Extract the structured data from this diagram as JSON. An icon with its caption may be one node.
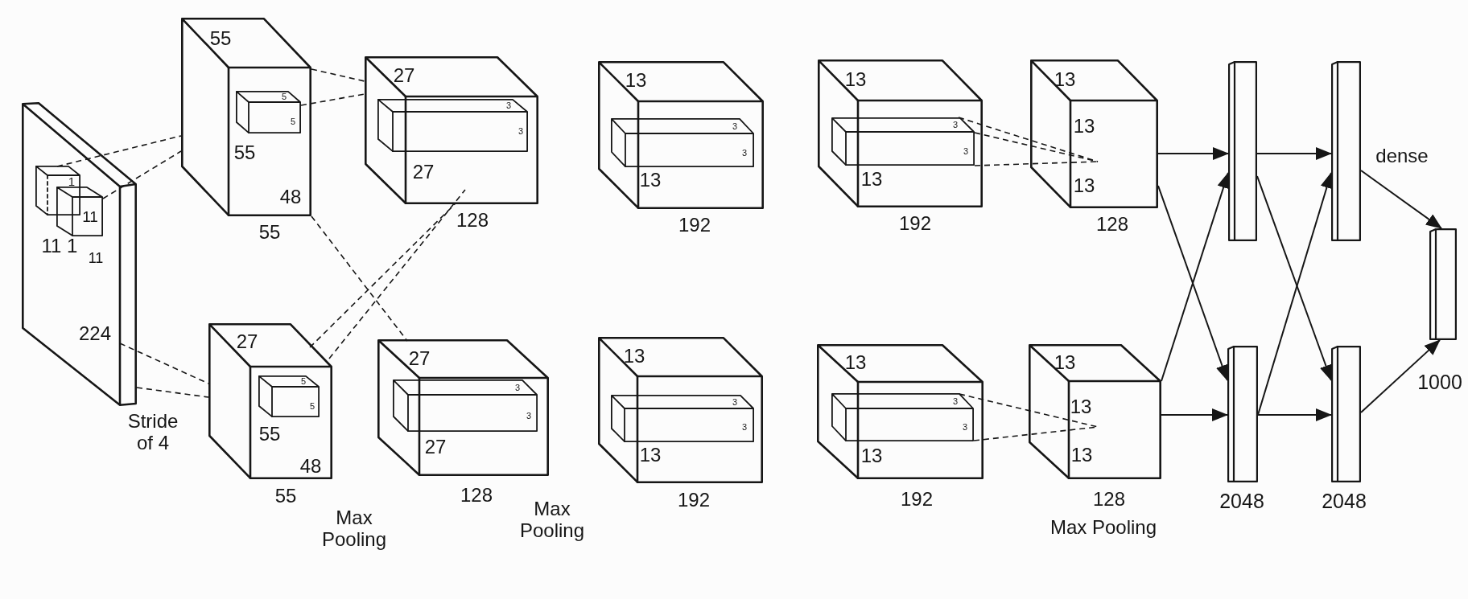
{
  "diagram": {
    "nodes": [
      {
        "text": [
          "11 1",
          "11",
          "224"
        ]
      },
      {
        "text": [
          "1"
        ],
        "in": 0
      },
      {
        "text": [
          "11"
        ],
        "in": 0
      },
      {
        "text": [
          "55",
          "55",
          "48"
        ],
        "beside": [
          "55"
        ]
      },
      {
        "text": [
          "5",
          "5"
        ],
        "in": 3
      },
      {
        "text": [
          "27",
          "55",
          "48"
        ],
        "beside": [
          "55"
        ]
      },
      {
        "text": [
          "5",
          "5"
        ],
        "in": 5
      },
      {
        "text": [
          "27",
          "27"
        ],
        "beside": [
          "128"
        ]
      },
      {
        "text": [
          "3",
          "3"
        ],
        "in": 7
      },
      {
        "text": [
          "27",
          "27"
        ],
        "beside": [
          "128"
        ]
      },
      {
        "text": [
          "3",
          "3"
        ],
        "in": 9
      },
      {
        "text": [
          "13",
          "13"
        ],
        "beside": [
          "192"
        ]
      },
      {
        "text": [
          "3",
          "3"
        ],
        "in": 11
      },
      {
        "text": [
          "13",
          "13"
        ],
        "beside": [
          "192"
        ]
      },
      {
        "text": [
          "3",
          "3"
        ],
        "in": 13
      },
      {
        "text": [
          "13",
          "13"
        ],
        "beside": [
          "192"
        ]
      },
      {
        "text": [
          "3",
          "3"
        ],
        "in": 15
      },
      {
        "text": [
          "13",
          "13"
        ],
        "beside": [
          "192"
        ]
      },
      {
        "text": [
          "3",
          "3"
        ],
        "in": 17
      },
      {
        "text": [
          "13",
          "13",
          "13"
        ],
        "beside": [
          "128"
        ]
      },
      {
        "text": [
          "13",
          "13",
          "13"
        ],
        "beside": [
          "128"
        ]
      },
      {
        "text": [],
        "shape": "bar"
      },
      {
        "text": [],
        "shape": "bar",
        "beside": [
          "2048"
        ]
      },
      {
        "text": [],
        "shape": "bar"
      },
      {
        "text": [],
        "shape": "bar",
        "beside": [
          "2048"
        ]
      },
      {
        "text": [],
        "shape": "bar",
        "beside": [
          "1000"
        ]
      }
    ],
    "edges": [
      {
        "from": 1,
        "to": 3,
        "arrow": "none",
        "style": "dashed"
      },
      {
        "from": 2,
        "to": 3,
        "arrow": "none",
        "style": "dashed"
      },
      {
        "from": 0,
        "to": 5,
        "arrow": "none",
        "style": "dashed"
      },
      {
        "from": 0,
        "to": 5,
        "arrow": "none",
        "style": "dashed"
      },
      {
        "from": 3,
        "to": 7,
        "arrow": "none",
        "style": "dashed"
      },
      {
        "from": 4,
        "to": 7,
        "arrow": "none",
        "style": "dashed"
      },
      {
        "from": 3,
        "to": 9,
        "arrow": "none",
        "style": "dashed"
      },
      {
        "from": 5,
        "to": 7,
        "arrow": "none",
        "style": "dashed"
      },
      {
        "from": 5,
        "to": 7,
        "arrow": "none",
        "style": "dashed"
      },
      {
        "from": 16,
        "to": 19,
        "arrow": "none",
        "style": "dashed"
      },
      {
        "from": 16,
        "to": 19,
        "arrow": "none",
        "style": "dashed"
      },
      {
        "from": 16,
        "to": 19,
        "arrow": "none",
        "style": "dashed"
      },
      {
        "from": 18,
        "to": 20,
        "arrow": "none",
        "style": "dashed"
      },
      {
        "from": 18,
        "to": 20,
        "arrow": "none",
        "style": "dashed"
      },
      {
        "from": 19,
        "to": 21,
        "arrow": "to"
      },
      {
        "from": 19,
        "to": 22,
        "arrow": "to"
      },
      {
        "from": 20,
        "to": 21,
        "arrow": "to"
      },
      {
        "from": 20,
        "to": 22,
        "arrow": "to"
      },
      {
        "from": 21,
        "to": 23,
        "arrow": "to"
      },
      {
        "from": 21,
        "to": 24,
        "arrow": "to"
      },
      {
        "from": 22,
        "to": 23,
        "arrow": "to"
      },
      {
        "from": 22,
        "to": 24,
        "arrow": "to"
      },
      {
        "from": 23,
        "to": 25,
        "arrow": "to"
      },
      {
        "from": 24,
        "to": 25,
        "arrow": "to"
      }
    ],
    "labels": [
      "Stride of 4",
      "Max Pooling",
      "Max Pooling",
      "Max Pooling",
      "dense"
    ]
  }
}
